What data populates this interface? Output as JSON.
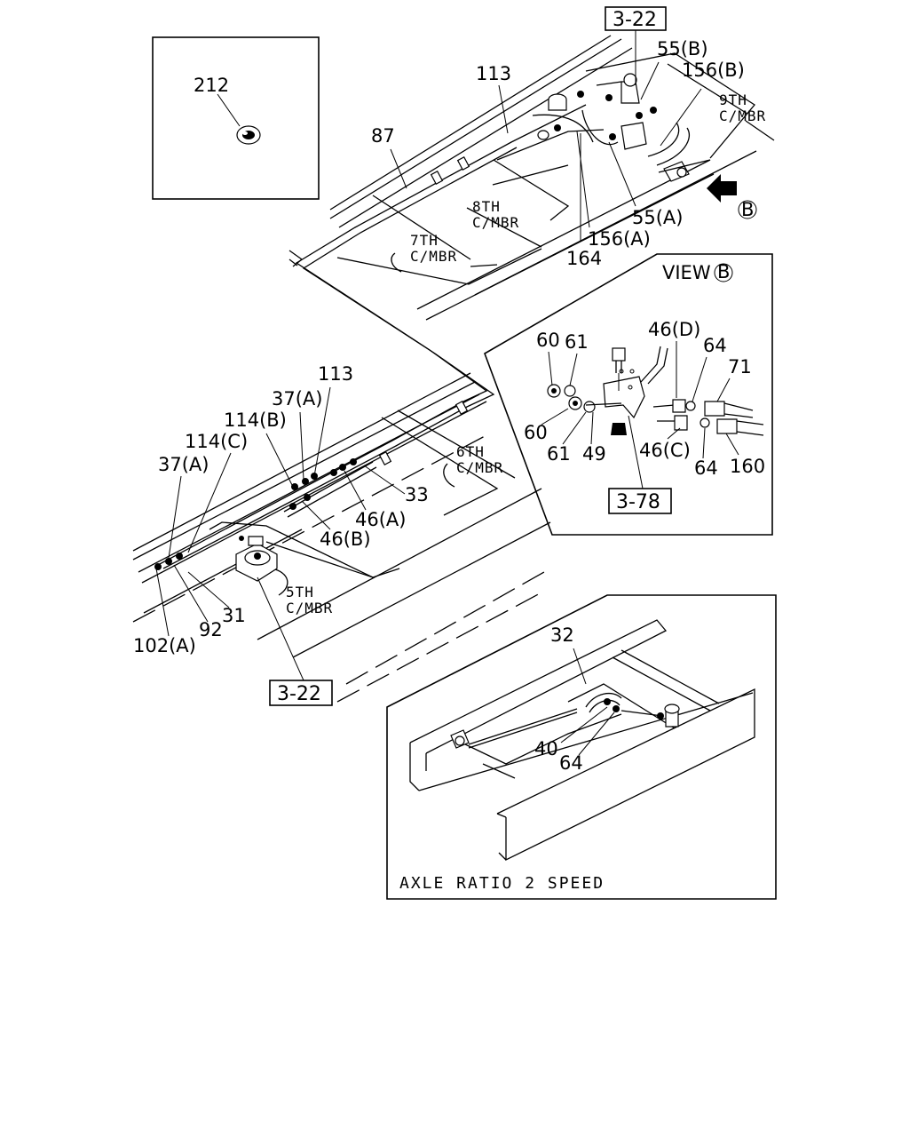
{
  "references": {
    "top": "3-22",
    "bottom_left": "3-22",
    "view_b": "3-78"
  },
  "view_marker": "B",
  "view_title": "VIEW",
  "inset_caption": "AXLE RATIO 2 SPEED",
  "crossmembers": {
    "c5": [
      "5TH",
      "C/MBR"
    ],
    "c6": [
      "6TH",
      "C/MBR"
    ],
    "c7": [
      "7TH",
      "C/MBR"
    ],
    "c8": [
      "8TH",
      "C/MBR"
    ],
    "c9": [
      "9TH",
      "C/MBR"
    ]
  },
  "callouts": {
    "c212": "212",
    "c87": "87",
    "c113_top": "113",
    "c55b": "55(B)",
    "c156b": "156(B)",
    "c55a": "55(A)",
    "c156a": "156(A)",
    "c164": "164",
    "c113_mid": "113",
    "c37a_mid": "37(A)",
    "c114b": "114(B)",
    "c114c": "114(C)",
    "c37a_left": "37(A)",
    "c33": "33",
    "c46a": "46(A)",
    "c46b": "46(B)",
    "c31": "31",
    "c92": "92",
    "c102a": "102(A)",
    "v60_top": "60",
    "v61_top": "61",
    "v46d": "46(D)",
    "v64_top": "64",
    "v71": "71",
    "v60_bot": "60",
    "v61_bot": "61",
    "v49": "49",
    "v46c": "46(C)",
    "v64_bot": "64",
    "v160": "160",
    "i32": "32",
    "i40": "40",
    "i64": "64"
  }
}
